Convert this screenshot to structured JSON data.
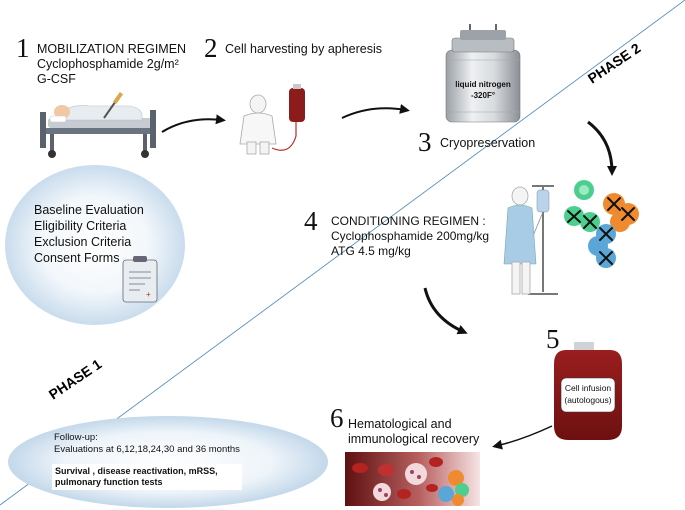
{
  "steps": {
    "s1": {
      "number": "1",
      "title": "MOBILIZATION REGIMEN",
      "line1": "Cyclophosphamide 2g/m²",
      "line2": "G-CSF"
    },
    "s2": {
      "number": "2",
      "title": "Cell harvesting by apheresis"
    },
    "s3": {
      "number": "3",
      "title": "Cryopreservation",
      "tank_line1": "liquid nitrogen",
      "tank_line2": "-320F°"
    },
    "s4": {
      "number": "4",
      "title": "CONDITIONING REGIMEN :",
      "line1": "Cyclophosphamide 200mg/kg",
      "line2": "ATG 4.5 mg/kg"
    },
    "s5": {
      "number": "5",
      "bag_line1": "Cell infusion",
      "bag_line2": "(autologous)"
    },
    "s6": {
      "number": "6",
      "line1": "Hematological and",
      "line2": "immunological recovery"
    }
  },
  "phases": {
    "phase1": "PHASE 1",
    "phase2": "PHASE 2"
  },
  "baseline": [
    "Baseline Evaluation",
    "Eligibility Criteria",
    "Exclusion Criteria",
    "Consent Forms"
  ],
  "followup": {
    "line1": "Follow-up:",
    "line2": "Evaluations at 6,12,18,24,30 and 36 months",
    "bold1": "Survival , disease reactivation, mRSS,",
    "bold2": "pulmonary function tests"
  },
  "colors": {
    "blood": "#8c1c1c",
    "blue_cell": "#5aa6d6",
    "green_cell": "#4ccf8e",
    "orange_cell": "#f08a2e",
    "phase_line": "#2b6fa6"
  }
}
